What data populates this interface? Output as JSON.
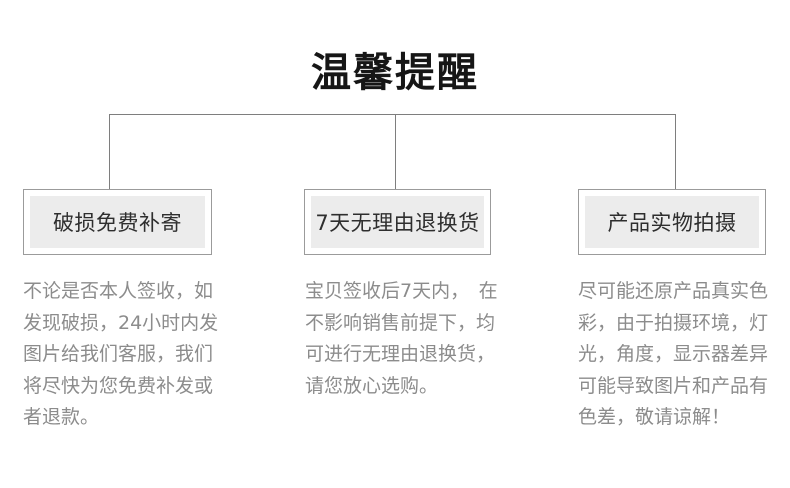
{
  "page": {
    "title": "温馨提醒"
  },
  "colors": {
    "background": "#ffffff",
    "title_text": "#161616",
    "connector_line": "#7e7e7e",
    "box_border": "#9b9b9b",
    "box_fill": "#ececec",
    "box_label_text": "#2e2e2e",
    "paragraph_text": "#8c8c8c"
  },
  "columns": [
    {
      "box_label": "破损免费补寄",
      "paragraph": "不论是否本人签收，如\n发现破损，24小时内发\n图片给我们客服，我们\n将尽快为您免费补发或\n者退款。"
    },
    {
      "box_label": "7天无理由退换货",
      "paragraph": "宝贝签收后7天内，　在\n不影响销售前提下，均\n可进行无理由退换货，\n请您放心选购。"
    },
    {
      "box_label": "产品实物拍摄",
      "paragraph": "尽可能还原产品真实色\n彩，由于拍摄环境，灯\n光，角度，显示器差异\n可能导致图片和产品有\n色差，敬请谅解！"
    }
  ]
}
